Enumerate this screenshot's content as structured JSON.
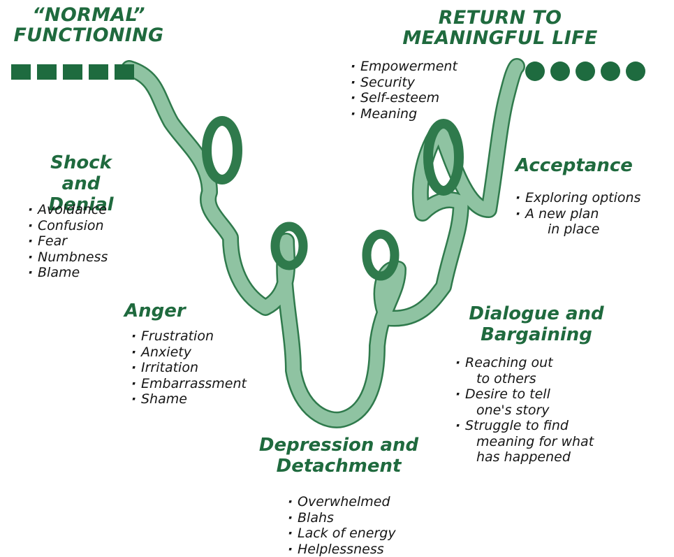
{
  "start": {
    "lines": [
      "“NORMAL”",
      "FUNCTIONING"
    ]
  },
  "end": {
    "lines": [
      "RETURN TO",
      "MEANINGFUL LIFE"
    ]
  },
  "end_items": [
    "Empowerment",
    "Security",
    "Self-esteem",
    "Meaning"
  ],
  "stages": {
    "shock": {
      "title": [
        "Shock",
        "and Denial"
      ],
      "items": [
        "Avoidance",
        "Confusion",
        "Fear",
        "Numbness",
        "Blame"
      ]
    },
    "anger": {
      "title": [
        "Anger"
      ],
      "items": [
        "Frustration",
        "Anxiety",
        "Irritation",
        "Embarrassment",
        "Shame"
      ]
    },
    "depression": {
      "title": [
        "Depression and",
        "Detachment"
      ],
      "items": [
        "Overwhelmed",
        "Blahs",
        "Lack of energy",
        "Helplessness"
      ]
    },
    "dialogue": {
      "title": [
        "Dialogue and",
        "Bargaining"
      ],
      "items": [
        [
          "Reaching out",
          "to others"
        ],
        [
          "Desire to tell",
          "one's story"
        ],
        [
          "Struggle to find",
          "meaning for what",
          "has happened"
        ]
      ]
    },
    "acceptance": {
      "title": [
        "Acceptance"
      ],
      "items": [
        [
          "Exploring options"
        ],
        [
          "A new plan",
          "in place"
        ]
      ]
    }
  },
  "colors": {
    "accent": "#1f6a3e",
    "ribbon_fill": "#8fc3a2",
    "ribbon_edge": "#2f7a4c",
    "text": "#151515"
  }
}
